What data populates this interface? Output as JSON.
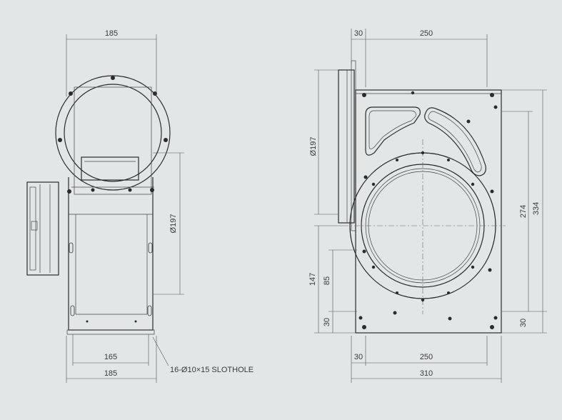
{
  "front_view": {
    "dim_top_width": "185",
    "dim_outlet_diameter": "Ø197",
    "dim_base_inner": "165",
    "dim_base_outer": "185",
    "slot_note": "16-Ø10×15 SLOTHOLE"
  },
  "side_view": {
    "dim_top_offset": "30",
    "dim_top_width": "250",
    "dim_inlet_diameter": "Ø197",
    "dim_height_inner": "274",
    "dim_height_outer": "334",
    "dim_height_147": "147",
    "dim_height_85": "85",
    "dim_left_bottom_30": "30",
    "dim_right_bottom_30": "30",
    "dim_bottom_offset": "30",
    "dim_bottom_width": "250",
    "dim_overall_width": "310"
  }
}
